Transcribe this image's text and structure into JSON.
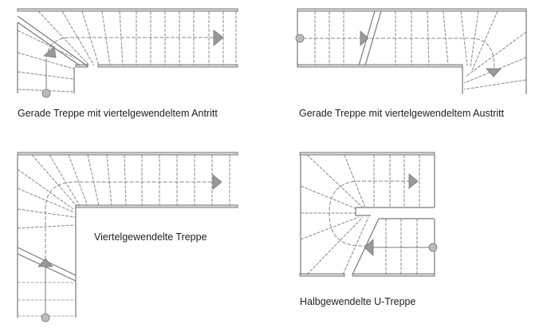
{
  "captions": {
    "q1": "Gerade Treppe mit viertelgewendeltem Antritt",
    "q2": "Gerade Treppe mit viertelgewendeltem Austritt",
    "q3": "Viertelgewendelte Treppe",
    "q4": "Halbgewendelte U-Treppe"
  }
}
